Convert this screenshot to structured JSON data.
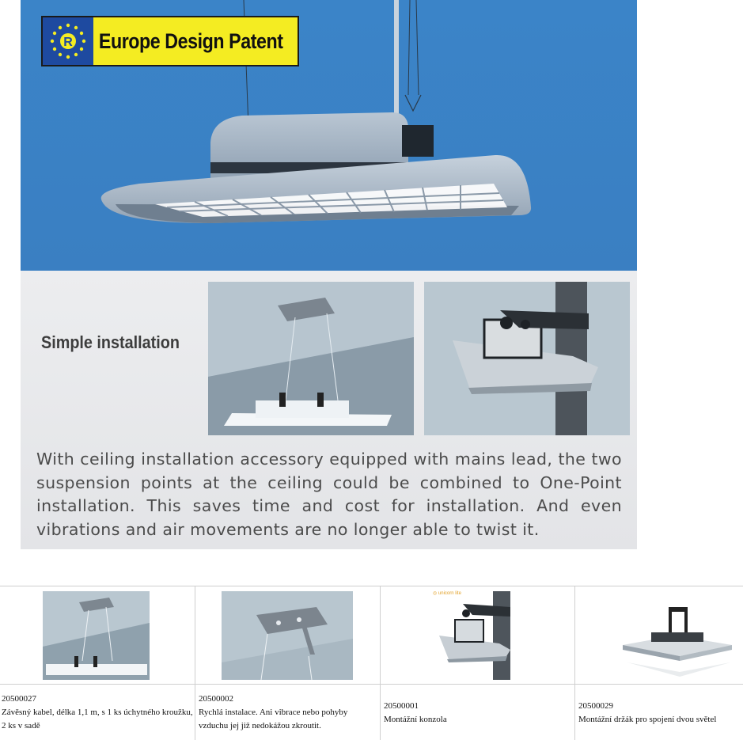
{
  "banner": {
    "patent_badge": "Europe Design Patent",
    "section_title": "Simple installation",
    "description": "With ceiling installation accessory equipped with mains lead, the two suspension points at the ceiling could be combined to One-Point installation. This saves time and cost for installation. And even vibrations and air movements are no longer able to twist it.",
    "colors": {
      "hero_bg": "#3a82c6",
      "badge_bg": "#f4ec22",
      "flag_bg": "#1e4aa0",
      "lower_bg": "#e8e9eb"
    }
  },
  "accessories": [
    {
      "code": "20500027",
      "description": "Závěsný kabel, délka 1,1 m, s 1 ks úchytného kroužku, 2 ks v sadě",
      "icon": "suspension-cable-image"
    },
    {
      "code": "20500002",
      "description": "Rychlá instalace. Ani vibrace nebo pohyby vzduchu jej již nedokážou zkroutit.",
      "icon": "ceiling-bracket-image"
    },
    {
      "code": "20500001",
      "description": "Montážní konzola",
      "icon": "mounting-bracket-image",
      "brand_mark": "◎ unicorn lite"
    },
    {
      "code": "20500029",
      "description": "Montážní držák pro spojení dvou světel",
      "icon": "twin-light-holder-image"
    }
  ]
}
